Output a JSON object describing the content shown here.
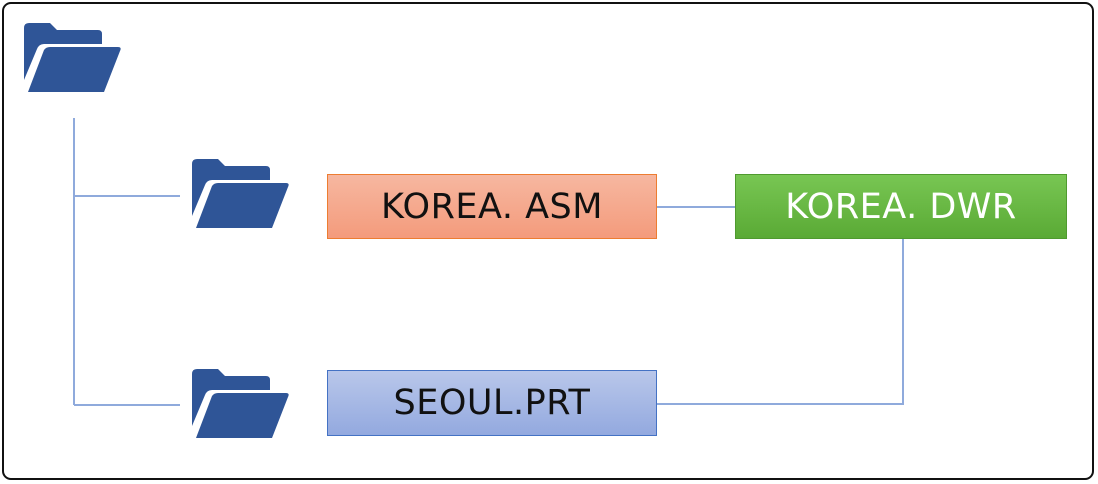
{
  "diagram": {
    "nodes": [
      {
        "id": "asm",
        "label": "KOREA. ASM",
        "fill": "#f4a585",
        "border": "#ed7d31"
      },
      {
        "id": "dwr",
        "label": "KOREA. DWR",
        "fill": "#6cb944",
        "border": "#4f9a2f"
      },
      {
        "id": "prt",
        "label": "SEOUL.PRT",
        "fill": "#a7b8e4",
        "border": "#4472c4"
      }
    ],
    "folders": [
      {
        "id": "root",
        "icon": "folder-open-icon"
      },
      {
        "id": "child-1",
        "icon": "folder-open-icon"
      },
      {
        "id": "child-2",
        "icon": "folder-open-icon"
      }
    ],
    "connections": [
      {
        "from": "root",
        "to": "child-1"
      },
      {
        "from": "root",
        "to": "child-2"
      },
      {
        "from": "asm",
        "to": "dwr"
      },
      {
        "from": "dwr",
        "to": "prt"
      }
    ],
    "colors": {
      "folder": "#2f5597",
      "connector": "#8faadc"
    }
  }
}
